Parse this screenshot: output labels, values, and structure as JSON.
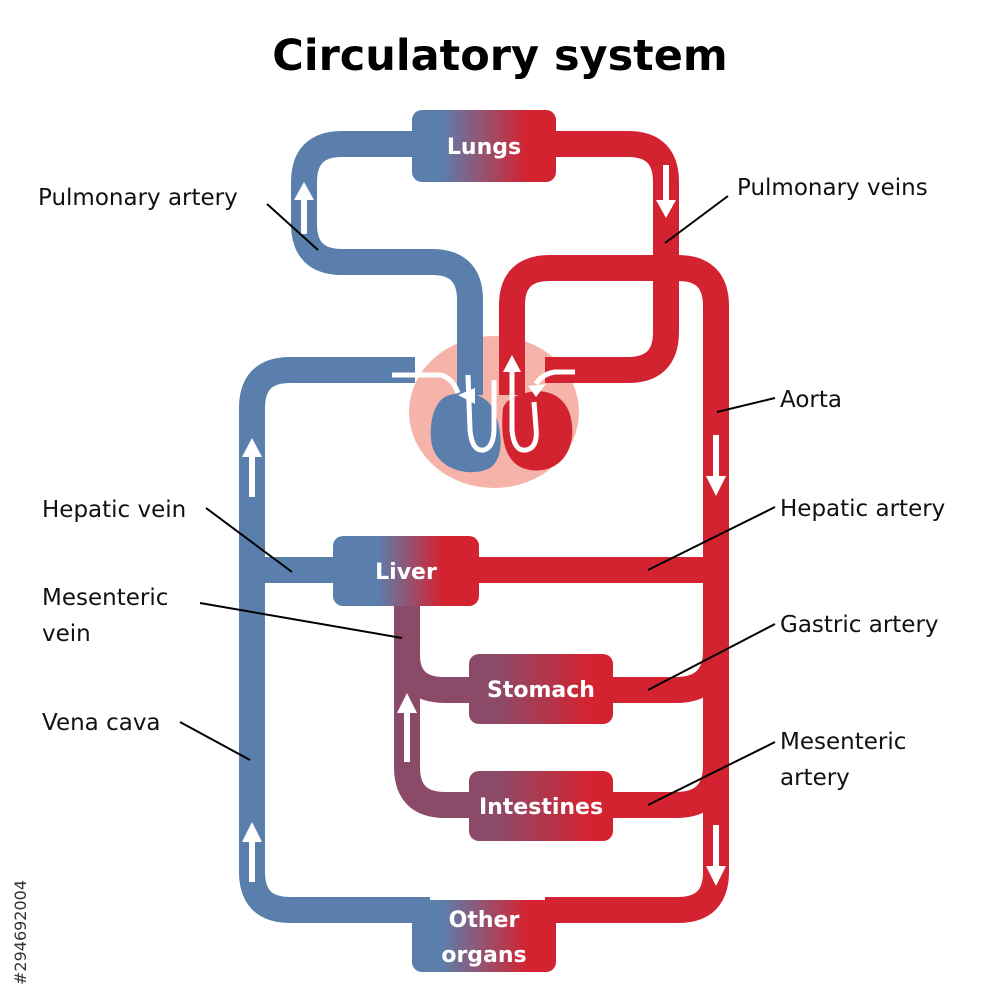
{
  "title": "Circulatory system",
  "colors": {
    "deoxygenated": "#5a7fad",
    "oxygenated": "#d42330",
    "mixed": "#8c4a69",
    "heart_background": "#f5b3a9",
    "arrow": "#ffffff"
  },
  "organs": {
    "lungs": "Lungs",
    "liver": "Liver",
    "stomach": "Stomach",
    "intestines": "Intestines",
    "other_organs_line1": "Other",
    "other_organs_line2": "organs"
  },
  "labels": {
    "pulmonary_artery": "Pulmonary artery",
    "pulmonary_veins": "Pulmonary veins",
    "aorta": "Aorta",
    "hepatic_vein": "Hepatic vein",
    "hepatic_artery": "Hepatic artery",
    "mesenteric_vein_line1": "Mesenteric",
    "mesenteric_vein_line2": "vein",
    "gastric_artery": "Gastric artery",
    "vena_cava": "Vena cava",
    "mesenteric_artery_line1": "Mesenteric",
    "mesenteric_artery_line2": "artery"
  },
  "stock_id": "#294692004"
}
